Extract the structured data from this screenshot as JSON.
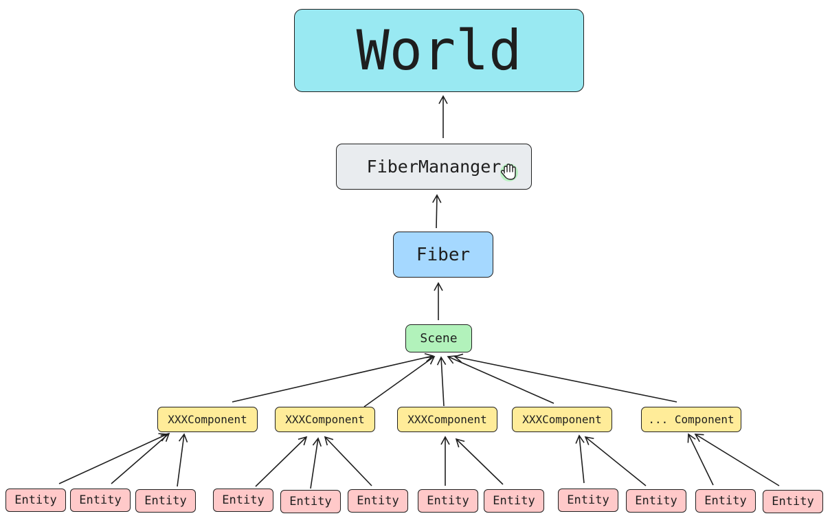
{
  "colors": {
    "world": "#99e9f2",
    "fiber_manager": "#e9ecef",
    "fiber": "#a5d8ff",
    "scene": "#b2f2bb",
    "component": "#ffec99",
    "entity": "#ffc9c9",
    "stroke": "#1e1e1e"
  },
  "nodes": {
    "world": "World",
    "fiber_manager": "FiberMananger",
    "fiber": "Fiber",
    "scene": "Scene"
  },
  "components": [
    "XXXComponent",
    "XXXComponent",
    "XXXComponent",
    "XXXComponent",
    "... Component"
  ],
  "entity_label": "Entity",
  "cursor_icon": "grab-hand-icon"
}
